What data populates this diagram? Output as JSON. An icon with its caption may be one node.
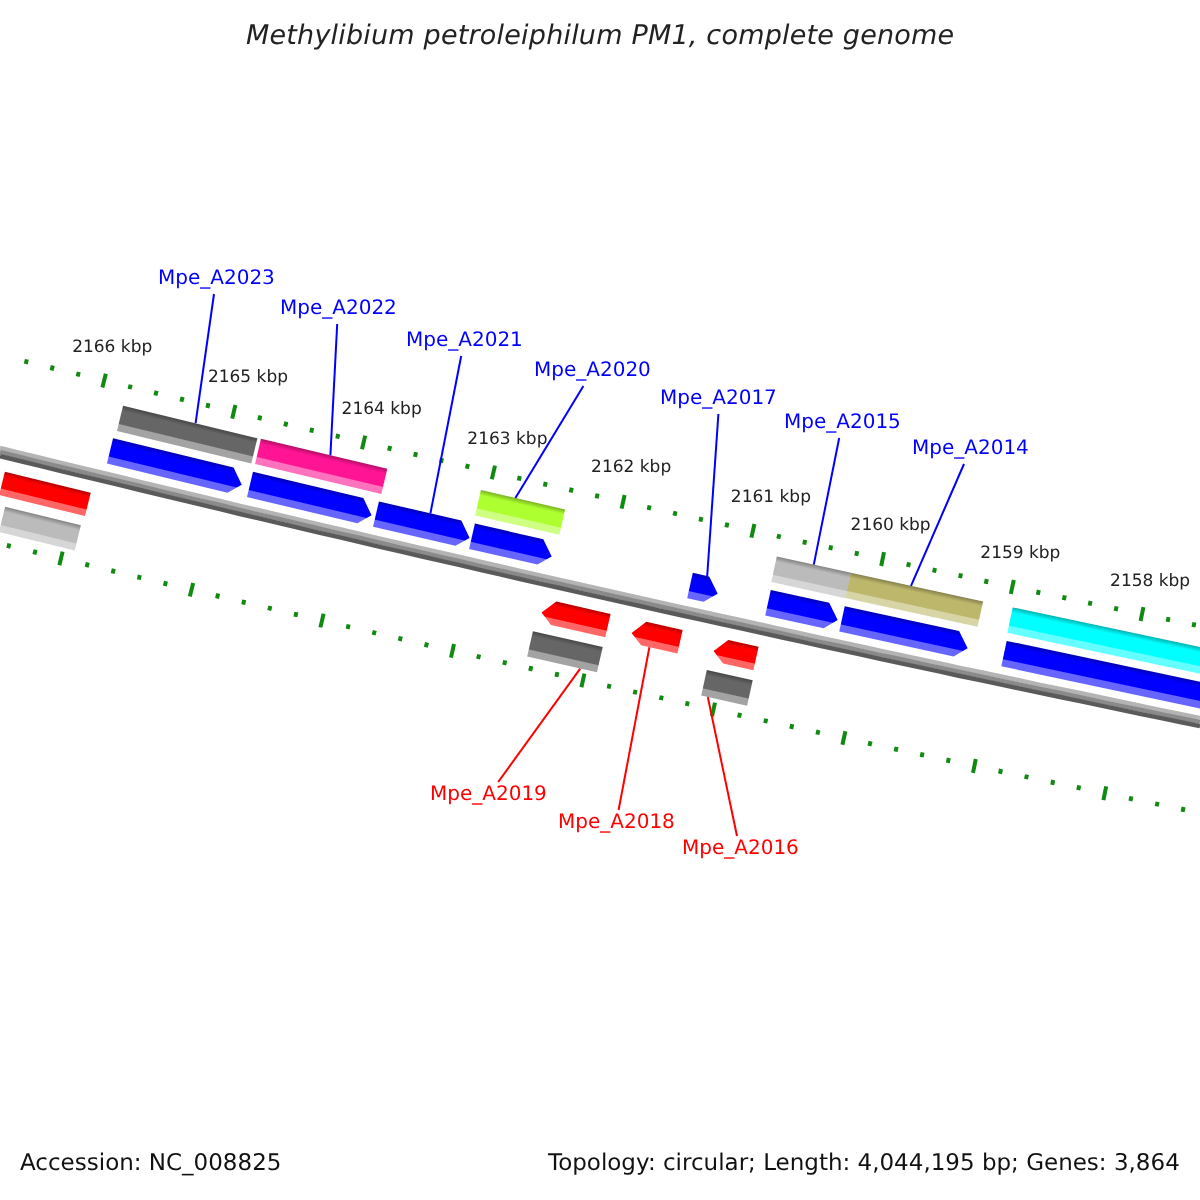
{
  "diagram": {
    "title": "Methylibium petroleiphilum PM1, complete genome",
    "nodes": [
      {
        "text": [
          "Mpe_A2023"
        ]
      },
      {
        "text": [
          "Mpe_A2022"
        ]
      },
      {
        "text": [
          "Mpe_A2021"
        ]
      },
      {
        "text": [
          "Mpe_A2020"
        ]
      },
      {
        "text": [
          "Mpe_A2017"
        ]
      },
      {
        "text": [
          "Mpe_A2015"
        ]
      },
      {
        "text": [
          "Mpe_A2014"
        ]
      },
      {
        "text": [],
        "shape": "bar"
      },
      {
        "text": [],
        "shape": "bar"
      },
      {
        "text": [],
        "shape": "bar"
      },
      {
        "text": [],
        "shape": "bar"
      },
      {
        "text": [],
        "shape": "bar"
      },
      {
        "text": [],
        "shape": "bar"
      },
      {
        "text": [],
        "shape": "pentagon"
      },
      {
        "text": [],
        "shape": "pentagon"
      },
      {
        "text": [],
        "shape": "pentagon"
      },
      {
        "text": [],
        "shape": "pentagon"
      },
      {
        "text": [],
        "shape": "pentagon"
      },
      {
        "text": [],
        "shape": "pentagon"
      },
      {
        "text": [],
        "shape": "pentagon"
      },
      {
        "text": [],
        "shape": "bar"
      },
      {
        "text": [],
        "shape": "bar"
      },
      {
        "text": [],
        "shape": "pentagon"
      },
      {
        "text": [],
        "shape": "pentagon"
      },
      {
        "text": [],
        "shape": "pentagon"
      },
      {
        "text": [],
        "shape": "bar"
      },
      {
        "text": [],
        "shape": "bar"
      },
      {
        "text": [],
        "shape": "bar"
      },
      {
        "text": [
          "Mpe_A2019"
        ]
      },
      {
        "text": [
          "Mpe_A2018"
        ]
      },
      {
        "text": [
          "Mpe_A2016"
        ]
      }
    ],
    "edges": [
      {
        "from": 0,
        "to": 7,
        "arrow": "none"
      },
      {
        "from": 1,
        "to": 8,
        "arrow": "none"
      },
      {
        "from": 2,
        "to": 15,
        "arrow": "none"
      },
      {
        "from": 3,
        "to": 9,
        "arrow": "none"
      },
      {
        "from": 4,
        "to": 17,
        "arrow": "none"
      },
      {
        "from": 5,
        "to": 10,
        "arrow": "none"
      },
      {
        "from": 6,
        "to": 11,
        "arrow": "none"
      },
      {
        "from": 28,
        "to": 26,
        "arrow": "none",
        "color": "#ff0000"
      },
      {
        "from": 29,
        "to": 23,
        "arrow": "none",
        "color": "#ff0000"
      },
      {
        "from": 30,
        "to": 27,
        "arrow": "none",
        "color": "#ff0000"
      }
    ],
    "labels": [
      "2166 kbp",
      "2165 kbp",
      "2164 kbp",
      "2163 kbp",
      "2162 kbp",
      "2161 kbp",
      "2160 kbp",
      "2159 kbp",
      "2158 kbp",
      "Accession: NC_008825",
      "Topology: circular; Length: 4,044,195 bp; Genes: 3,864"
    ]
  }
}
